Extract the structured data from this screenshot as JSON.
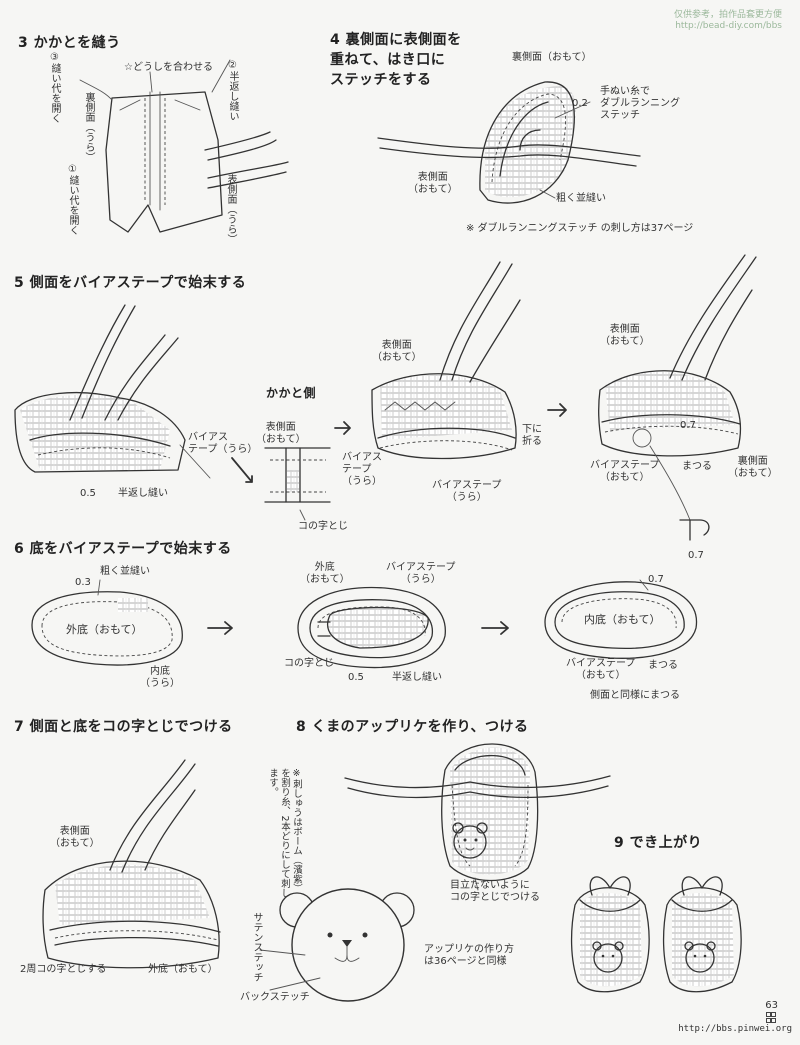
{
  "watermark": {
    "line1": "仅供参考，拍作品套更方便",
    "line2": "http://bead-diy.com/bbs"
  },
  "steps": {
    "s3": {
      "title": "3 かかとを縫う",
      "labels": {
        "open_seam_3": "③縫い代を開く",
        "back_side": "裏側面（うら）",
        "open_seam_1": "①縫い代を開く",
        "match_star": "☆どうしを合わせる",
        "half_back_stitch": "②半返し縫い",
        "front_side": "表側面（うら）"
      }
    },
    "s4": {
      "title": "4 裏側面に表側面を\n重ねて、はき口に\nステッチをする",
      "labels": {
        "back_side_front": "裏側面（おもて）",
        "hand_thread": "手ぬい糸で",
        "double_running": "ダブルランニング",
        "stitch": "ステッチ",
        "num_02": "0.2",
        "front_side_front": "表側面\n（おもて）",
        "rough_stitch": "粗く並縫い",
        "note": "※ ダブルランニングステッチ の刺し方は37ページ"
      }
    },
    "s5": {
      "title": "5 側面をバイアステープで始末する",
      "labels": {
        "bias_tape_back": "バイアス\nテープ（うら）",
        "num_05": "0.5",
        "half_back_stitch": "半返し縫い",
        "heel_side": "かかと側",
        "front_side_front": "表側面\n（おもて）",
        "bias_tape_back_2": "バイアス\nテープ\n（うら）",
        "ladder_stitch": "コの字とじ",
        "front_side_front_2": "表側面\n（おもて）",
        "fold_under": "下に\n折る",
        "bias_tape_back_3": "バイアステープ\n（うら）",
        "front_side_front_3": "表側面\n（おもて）",
        "num_07": "0.7",
        "bias_tape_front": "バイアステープ\n（おもて）",
        "whip_stitch": "まつる",
        "back_side_front": "裏側面\n（おもて）",
        "num_07b": "0.7"
      }
    },
    "s6": {
      "title": "6 底をバイアステープで始末する",
      "labels": {
        "num_03": "0.3",
        "rough_stitch": "粗く並縫い",
        "outer_sole_front": "外底（おもて）",
        "inner_sole_back": "内底\n（うら）",
        "outer_sole_front_2": "外底\n（おもて）",
        "bias_tape_back": "バイアステープ\n（うら）",
        "ladder_stitch": "コの字とじ",
        "num_05": "0.5",
        "half_back_stitch": "半返し縫い",
        "num_07": "0.7",
        "inner_sole_front": "内底（おもて）",
        "bias_tape_front": "バイアステープ\n（おもて）",
        "whip_stitch": "まつる",
        "same_as_side": "側面と同様にまつる"
      }
    },
    "s7": {
      "title": "7 側面と底をコの字とじでつける",
      "labels": {
        "front_side_front": "表側面\n（おもて）",
        "two_round_ladder": "2周コの字とじする",
        "outer_sole_front": "外底（おもて）"
      }
    },
    "s8": {
      "title": "8 くまのアップリケを作り、つける",
      "labels": {
        "embroidery_note": "※刺しゅうはボーム（濱紫）を割り糸、2本どりにして刺します。",
        "satin_stitch": "サテンステッチ",
        "back_stitch": "バックステッチ",
        "inconspicuous": "目立たないように\nコの字とじでつける",
        "applique_howto": "アップリケの作り方\nは36ページと同様"
      }
    },
    "s9": {
      "title": "9 でき上がり"
    }
  },
  "footer": {
    "page_number": "63",
    "url": "http://bbs.pinwei.org"
  },
  "colors": {
    "ink": "#333333",
    "paper": "#f6f6f4",
    "watermark": "#9bb89b"
  }
}
